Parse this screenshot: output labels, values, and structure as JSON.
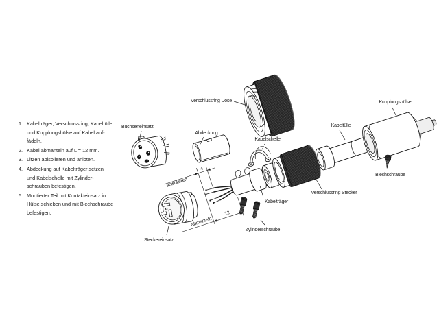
{
  "instructions": {
    "items": [
      {
        "num": "1.",
        "text": "Kabelträger, Verschlussring, Kabeltülle\nund Kupplungshülse auf Kabel auf-\nfädeln."
      },
      {
        "num": "2.",
        "text": "Kabel abmanteln auf L = 12 mm."
      },
      {
        "num": "3.",
        "text": "Litzen abisolieren und anlöten."
      },
      {
        "num": "4.",
        "text": "Abdeckung auf Kabelträger setzen\nund Kabelschelle mit Zylinder-\nschrauben befestigen."
      },
      {
        "num": "5.",
        "text": "Montierter Teil mit Kontakteinsatz in\nHülse schieben und mit Blechschraube\nbefestigen."
      }
    ]
  },
  "diagram": {
    "labels": {
      "buchseneinsatz": "Buchseneinsatz",
      "abdeckung": "Abdeckung",
      "verschlussring_dose": "Verschlussring Dose",
      "kupplungshuelse": "Kupplungshülse",
      "kabeltuelle": "Kabeltülle",
      "kabelschelle": "Kabelschelle",
      "verschlussring_stecker": "Verschlussring Stecker",
      "kabeltraeger": "Kabelträger",
      "zylinderschraube": "Zylinderschraube",
      "blechschraube": "Blechschraube",
      "steckereinsatz": "Steckereinsatz",
      "abisolieren": "abisolieren",
      "abmanteln": "abmanteln"
    },
    "dimensions": {
      "abisolieren_mm": "4",
      "abmanteln_mm": "12"
    },
    "colors": {
      "ink": "#1c1c1c",
      "knurl_dark": "#262626",
      "paper": "#ffffff"
    }
  }
}
